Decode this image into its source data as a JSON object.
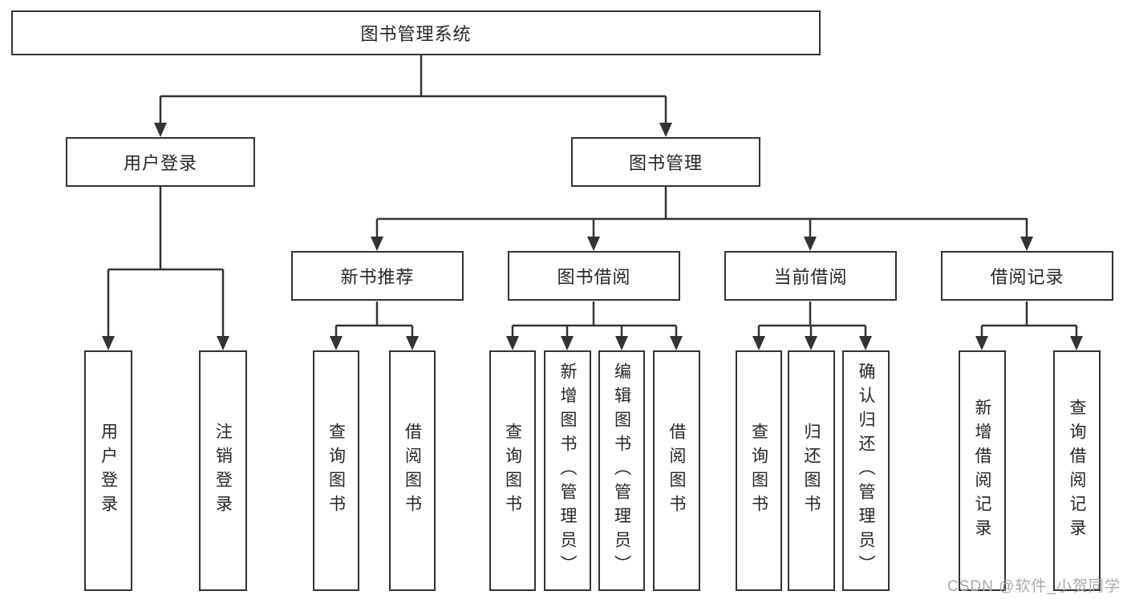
{
  "title": "图书管理系统",
  "colors": {
    "line": "#333333",
    "text": "#262626",
    "box_background": "#ffffff",
    "watermark": "#a9a9a9"
  },
  "watermark": "CSDN @软件_小贺同学",
  "tree": {
    "root": {
      "label": "图书管理系统"
    },
    "children": [
      {
        "label": "用户登录",
        "children": [
          {
            "label": "用户登录"
          },
          {
            "label": "注销登录"
          }
        ]
      },
      {
        "label": "图书管理",
        "children": [
          {
            "label": "新书推荐",
            "children": [
              {
                "label": "查询图书"
              },
              {
                "label": "借阅图书"
              }
            ]
          },
          {
            "label": "图书借阅",
            "children": [
              {
                "label": "查询图书"
              },
              {
                "label": "新增图书（管理员）"
              },
              {
                "label": "编辑图书（管理员）"
              },
              {
                "label": "借阅图书"
              }
            ]
          },
          {
            "label": "当前借阅",
            "children": [
              {
                "label": "查询图书"
              },
              {
                "label": "归还图书"
              },
              {
                "label": "确认归还（管理员）"
              }
            ]
          },
          {
            "label": "借阅记录",
            "children": [
              {
                "label": "新增借阅记录"
              },
              {
                "label": "查询借阅记录"
              }
            ]
          }
        ]
      }
    ]
  }
}
